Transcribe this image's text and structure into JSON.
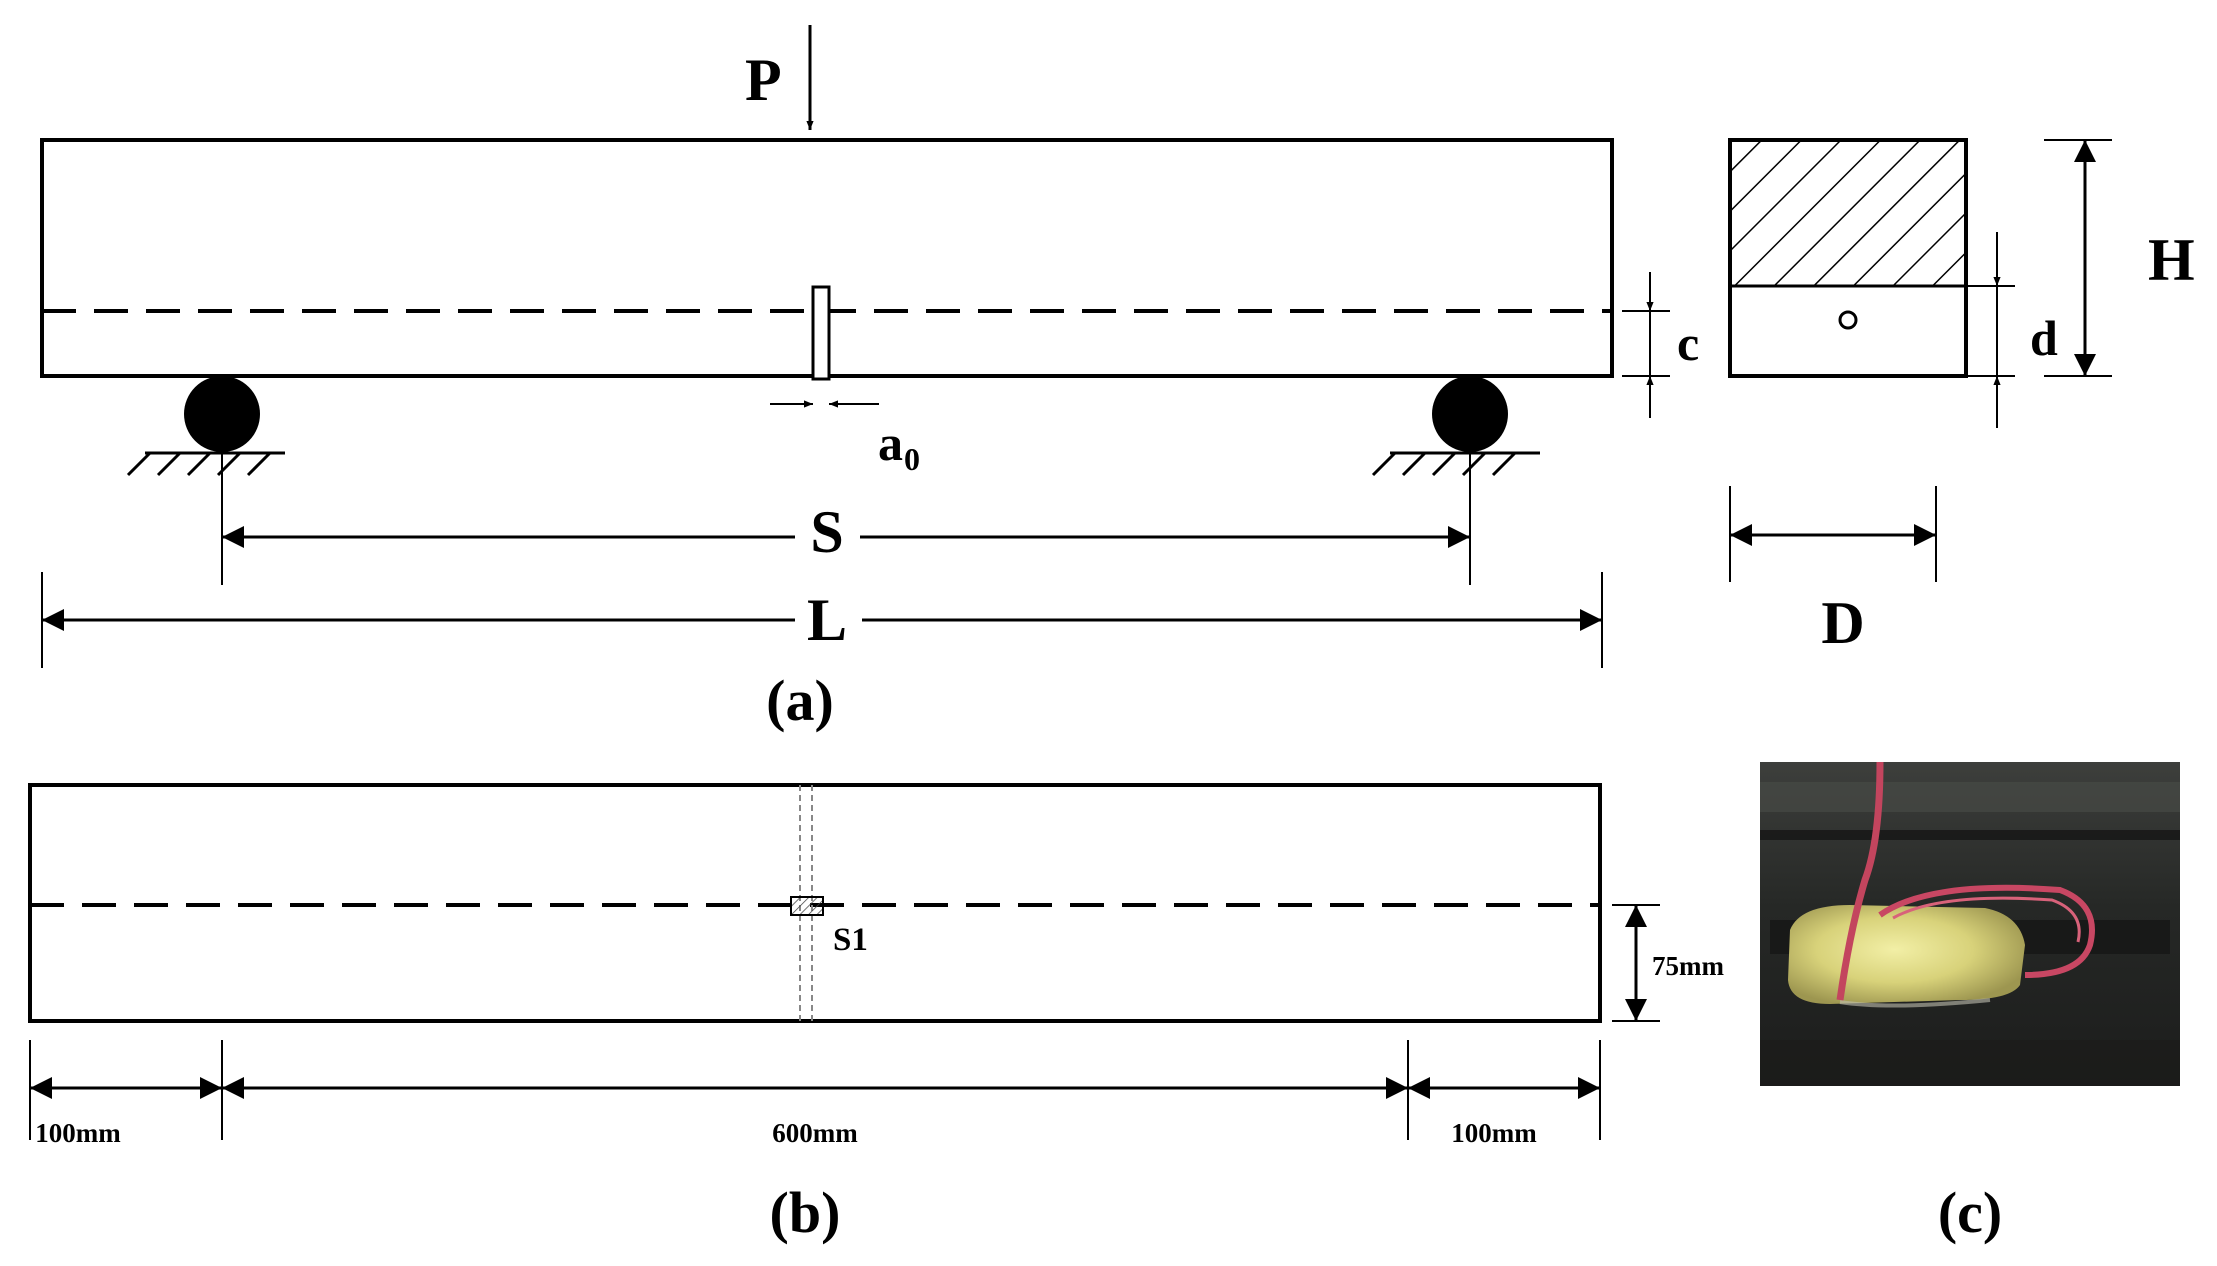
{
  "figure_a": {
    "load": "P",
    "cover": "c",
    "notch": "a",
    "notch_sub": "0",
    "span": "S",
    "length": "L",
    "height": "H",
    "effective_depth": "d",
    "width": "D",
    "caption": "(a)"
  },
  "figure_b": {
    "sensor": "S1",
    "height_dim": "75mm",
    "left_dim": "100mm",
    "mid_dim": "600mm",
    "right_dim": "100mm",
    "caption": "(b)"
  },
  "figure_c": {
    "caption": "(c)"
  }
}
